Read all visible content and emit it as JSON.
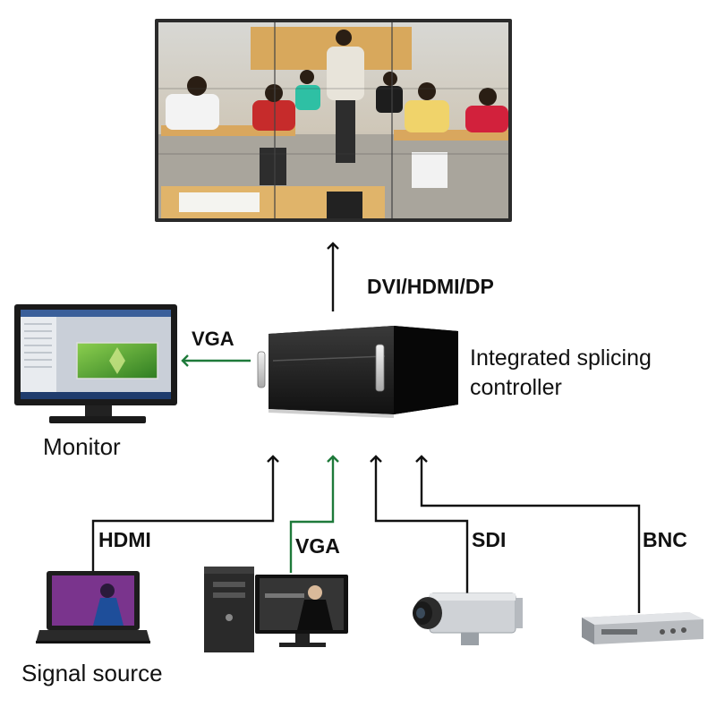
{
  "labels": {
    "output_interface": "DVI/HDMI/DP",
    "monitor_link": "VGA",
    "controller": "Integrated splicing controller",
    "monitor": "Monitor",
    "input_hdmi": "HDMI",
    "input_vga": "VGA",
    "input_sdi": "SDI",
    "input_bnc": "BNC",
    "signal_source": "Signal source"
  },
  "colors": {
    "line_black": "#111111",
    "line_green": "#1e7a3a",
    "device_dark": "#1c1c1c",
    "screen_green": "#5fa83a"
  },
  "icons": {
    "video_wall": "video-wall-classroom-image",
    "monitor": "monitor-icon",
    "controller": "rack-controller-icon",
    "laptop": "laptop-icon",
    "desktop": "desktop-pc-icon",
    "camera": "cctv-camera-icon",
    "dvr": "bnc-dvr-box-icon"
  }
}
